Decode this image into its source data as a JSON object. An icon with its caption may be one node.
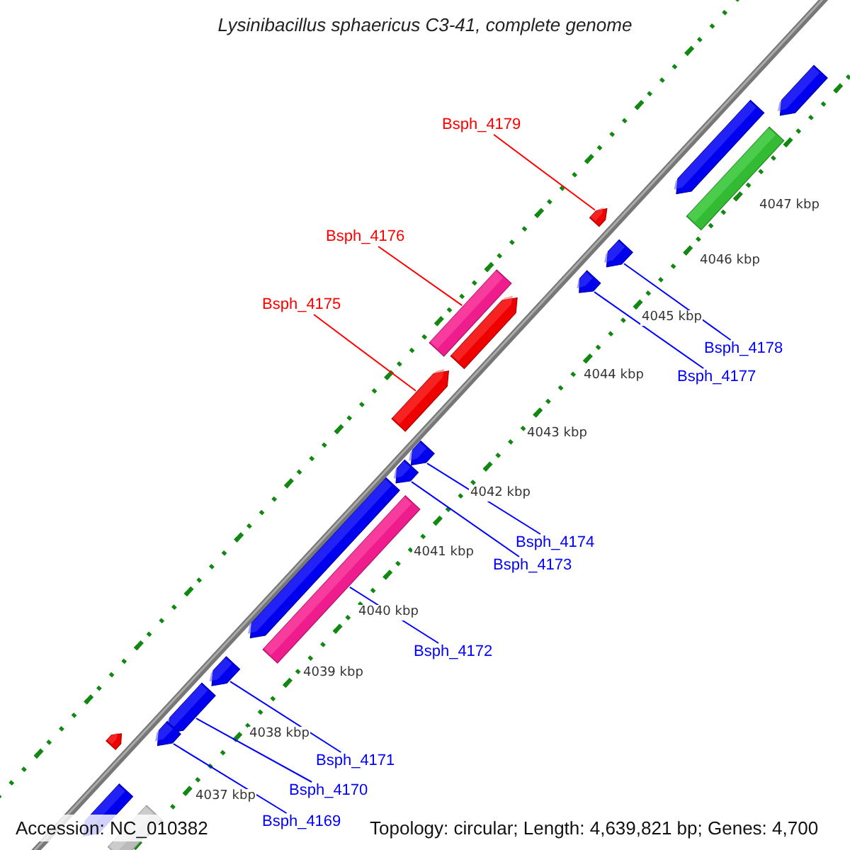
{
  "diagram": {
    "title": "Lysinibacillus sphaericus C3-41, complete genome",
    "nodes": [
      {
        "text": [
          "Bsph_4179"
        ]
      },
      {
        "text": [
          "Bsph_4176"
        ]
      },
      {
        "text": [
          "Bsph_4175"
        ]
      },
      {
        "text": [
          "Bsph_4178"
        ]
      },
      {
        "text": [
          "Bsph_4177"
        ]
      },
      {
        "text": [
          "Bsph_4174"
        ]
      },
      {
        "text": [
          "Bsph_4173"
        ]
      },
      {
        "text": [
          "Bsph_4172"
        ]
      },
      {
        "text": [
          "Bsph_4171"
        ]
      },
      {
        "text": [
          "Bsph_4170"
        ]
      },
      {
        "text": [
          "Bsph_4169"
        ]
      },
      {
        "text": [],
        "shape": "bar"
      },
      {
        "text": [],
        "shape": "bar"
      },
      {
        "text": [],
        "shape": "bar"
      },
      {
        "text": [],
        "shape": "bar"
      },
      {
        "text": [],
        "shape": "bar"
      },
      {
        "text": [],
        "shape": "bar"
      },
      {
        "text": [],
        "shape": "bar"
      },
      {
        "text": [],
        "shape": "bar"
      },
      {
        "text": [],
        "shape": "bar"
      },
      {
        "text": [],
        "shape": "bar"
      },
      {
        "text": [],
        "shape": "bar"
      },
      {
        "text": [],
        "shape": "bar"
      },
      {
        "text": [],
        "shape": "bar"
      },
      {
        "text": [],
        "shape": "bar"
      },
      {
        "text": [],
        "shape": "bar"
      },
      {
        "text": [],
        "shape": "bar"
      },
      {
        "text": [],
        "shape": "bar"
      },
      {
        "text": [],
        "shape": "bar"
      },
      {
        "text": [],
        "shape": "bar"
      }
    ],
    "edges": [
      {
        "from": 0,
        "to": 14,
        "arrow": "none",
        "color": "#ff0000"
      },
      {
        "from": 1,
        "to": 17,
        "arrow": "none",
        "color": "#ff0000"
      },
      {
        "from": 2,
        "to": 19,
        "arrow": "none",
        "color": "#ff0000"
      },
      {
        "from": 3,
        "to": 15,
        "arrow": "none"
      },
      {
        "from": 4,
        "to": 16,
        "arrow": "none"
      },
      {
        "from": 5,
        "to": 20,
        "arrow": "none"
      },
      {
        "from": 6,
        "to": 21,
        "arrow": "none"
      },
      {
        "from": 7,
        "to": 23,
        "arrow": "none"
      },
      {
        "from": 8,
        "to": 24,
        "arrow": "none"
      },
      {
        "from": 9,
        "to": 25,
        "arrow": "none"
      },
      {
        "from": 10,
        "to": 26,
        "arrow": "none"
      }
    ],
    "labels": [
      "4047 kbp",
      "4046 kbp",
      "4045 kbp",
      "4044 kbp",
      "4043 kbp",
      "4042 kbp",
      "4041 kbp",
      "4040 kbp",
      "4039 kbp",
      "4038 kbp",
      "4037 kbp",
      "Accession: NC_010382",
      "Topology: circular; Length: 4,639,821 bp; Genes: 4,700"
    ]
  }
}
